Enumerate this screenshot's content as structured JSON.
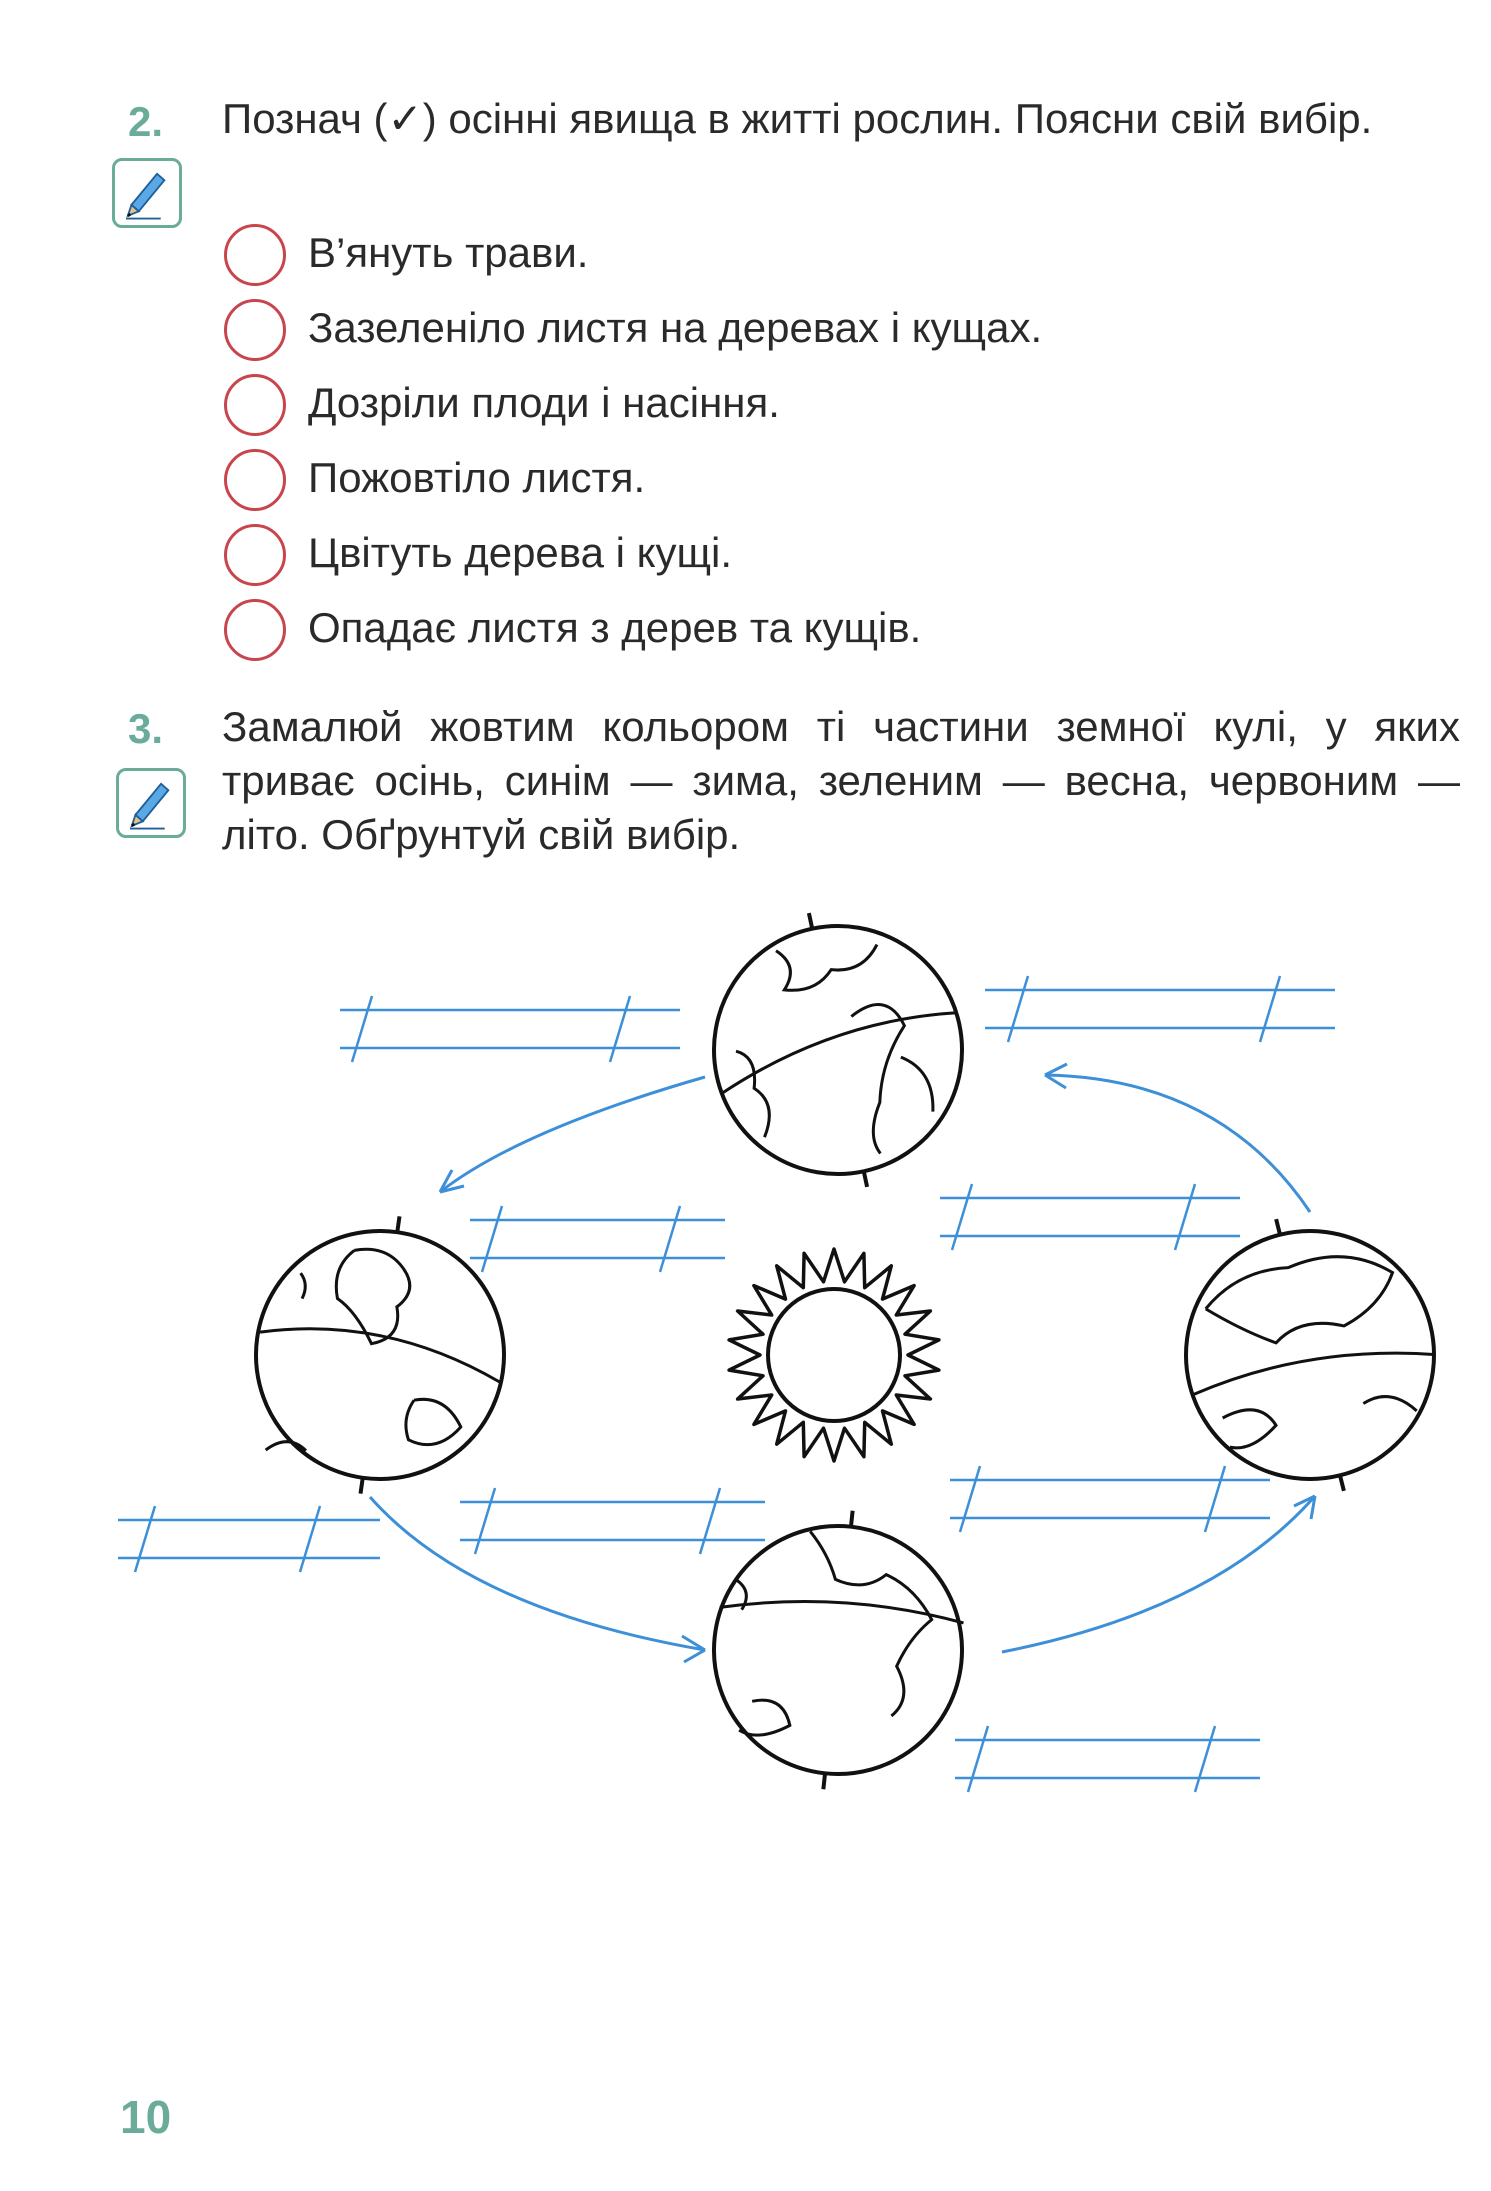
{
  "task2": {
    "number": "2.",
    "text": "Познач (✓) осінні явища в житті рослин. Поясни свій вибір.",
    "options": [
      "В’януть трави.",
      "Зазеленіло листя на деревах і кущах.",
      "Дозріли плоди і насіння.",
      "Пожовтіло листя.",
      "Цвітуть дерева і кущі.",
      "Опадає листя з дерев та кущів."
    ]
  },
  "task3": {
    "number": "3.",
    "text": "Замалюй жовтим кольором ті частини земної кулі, у яких триває осінь, синім — зима, зеленим — весна, червоним — літо. Обґрунтуй свій вибір."
  },
  "icons": {
    "task_icon": "pencil-icon",
    "center": "sun-icon",
    "globe": "globe-icon"
  },
  "colors": {
    "accent": "#6aab9a",
    "circle": "#c8454d",
    "lines": "#3d8fd8"
  },
  "page_number": "10"
}
